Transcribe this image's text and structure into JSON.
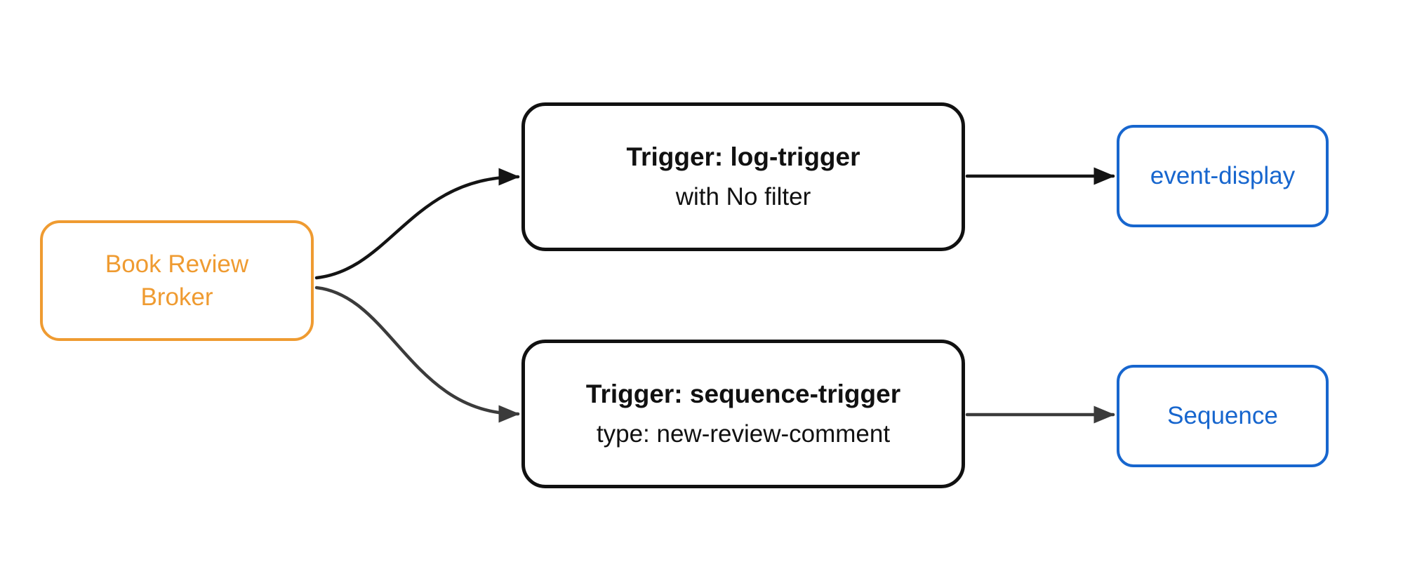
{
  "diagram_type": "flowchart",
  "nodes": {
    "broker": {
      "line1": "Book Review",
      "line2": "Broker"
    },
    "log_trigger": {
      "title": "Trigger: log-trigger",
      "subtitle": "with No filter"
    },
    "sequence_trigger": {
      "title": "Trigger: sequence-trigger",
      "subtitle": "type: new-review-comment"
    },
    "event_display": {
      "label": "event-display"
    },
    "sequence": {
      "label": "Sequence"
    }
  },
  "edges": [
    {
      "from": "broker",
      "to": "log_trigger"
    },
    {
      "from": "broker",
      "to": "sequence_trigger"
    },
    {
      "from": "log_trigger",
      "to": "event_display"
    },
    {
      "from": "sequence_trigger",
      "to": "sequence"
    }
  ],
  "colors": {
    "broker_accent": "#EF9B31",
    "sink_accent": "#1766CE",
    "trigger_border": "#111111",
    "edge_dark": "#141414",
    "edge_gray": "#3B3B3B",
    "background": "#FFFFFF"
  }
}
